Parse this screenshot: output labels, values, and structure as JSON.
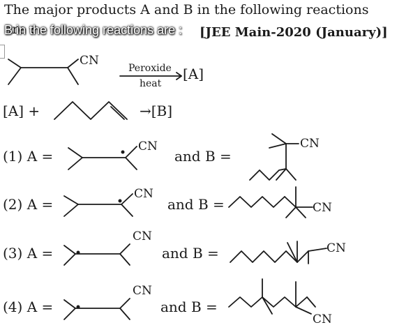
{
  "question": {
    "line1": "The major products A and B in the following reactions",
    "line2": "are :",
    "overlay": "B in the following reactions are :",
    "exam": "[JEE Main-2020 (January)]"
  },
  "reaction1": {
    "cn": "CN",
    "cond_top": "Peroxide",
    "cond_bottom": "heat",
    "product": "[A]"
  },
  "reaction2": {
    "lhs": "[A] +",
    "product": "→[B]"
  },
  "options": [
    {
      "label": "(1) A =",
      "b_label": "and B =",
      "cn_a": "CN",
      "cn_b": "CN"
    },
    {
      "label": "(2) A =",
      "b_label": "and B =",
      "cn_a": "CN",
      "cn_b": "CN"
    },
    {
      "label": "(3) A =",
      "b_label": "and B =",
      "cn_a": "CN",
      "cn_b": "CN"
    },
    {
      "label": "(4) A =",
      "b_label": "and B =",
      "cn_a": "CN",
      "cn_b": "CN"
    }
  ]
}
